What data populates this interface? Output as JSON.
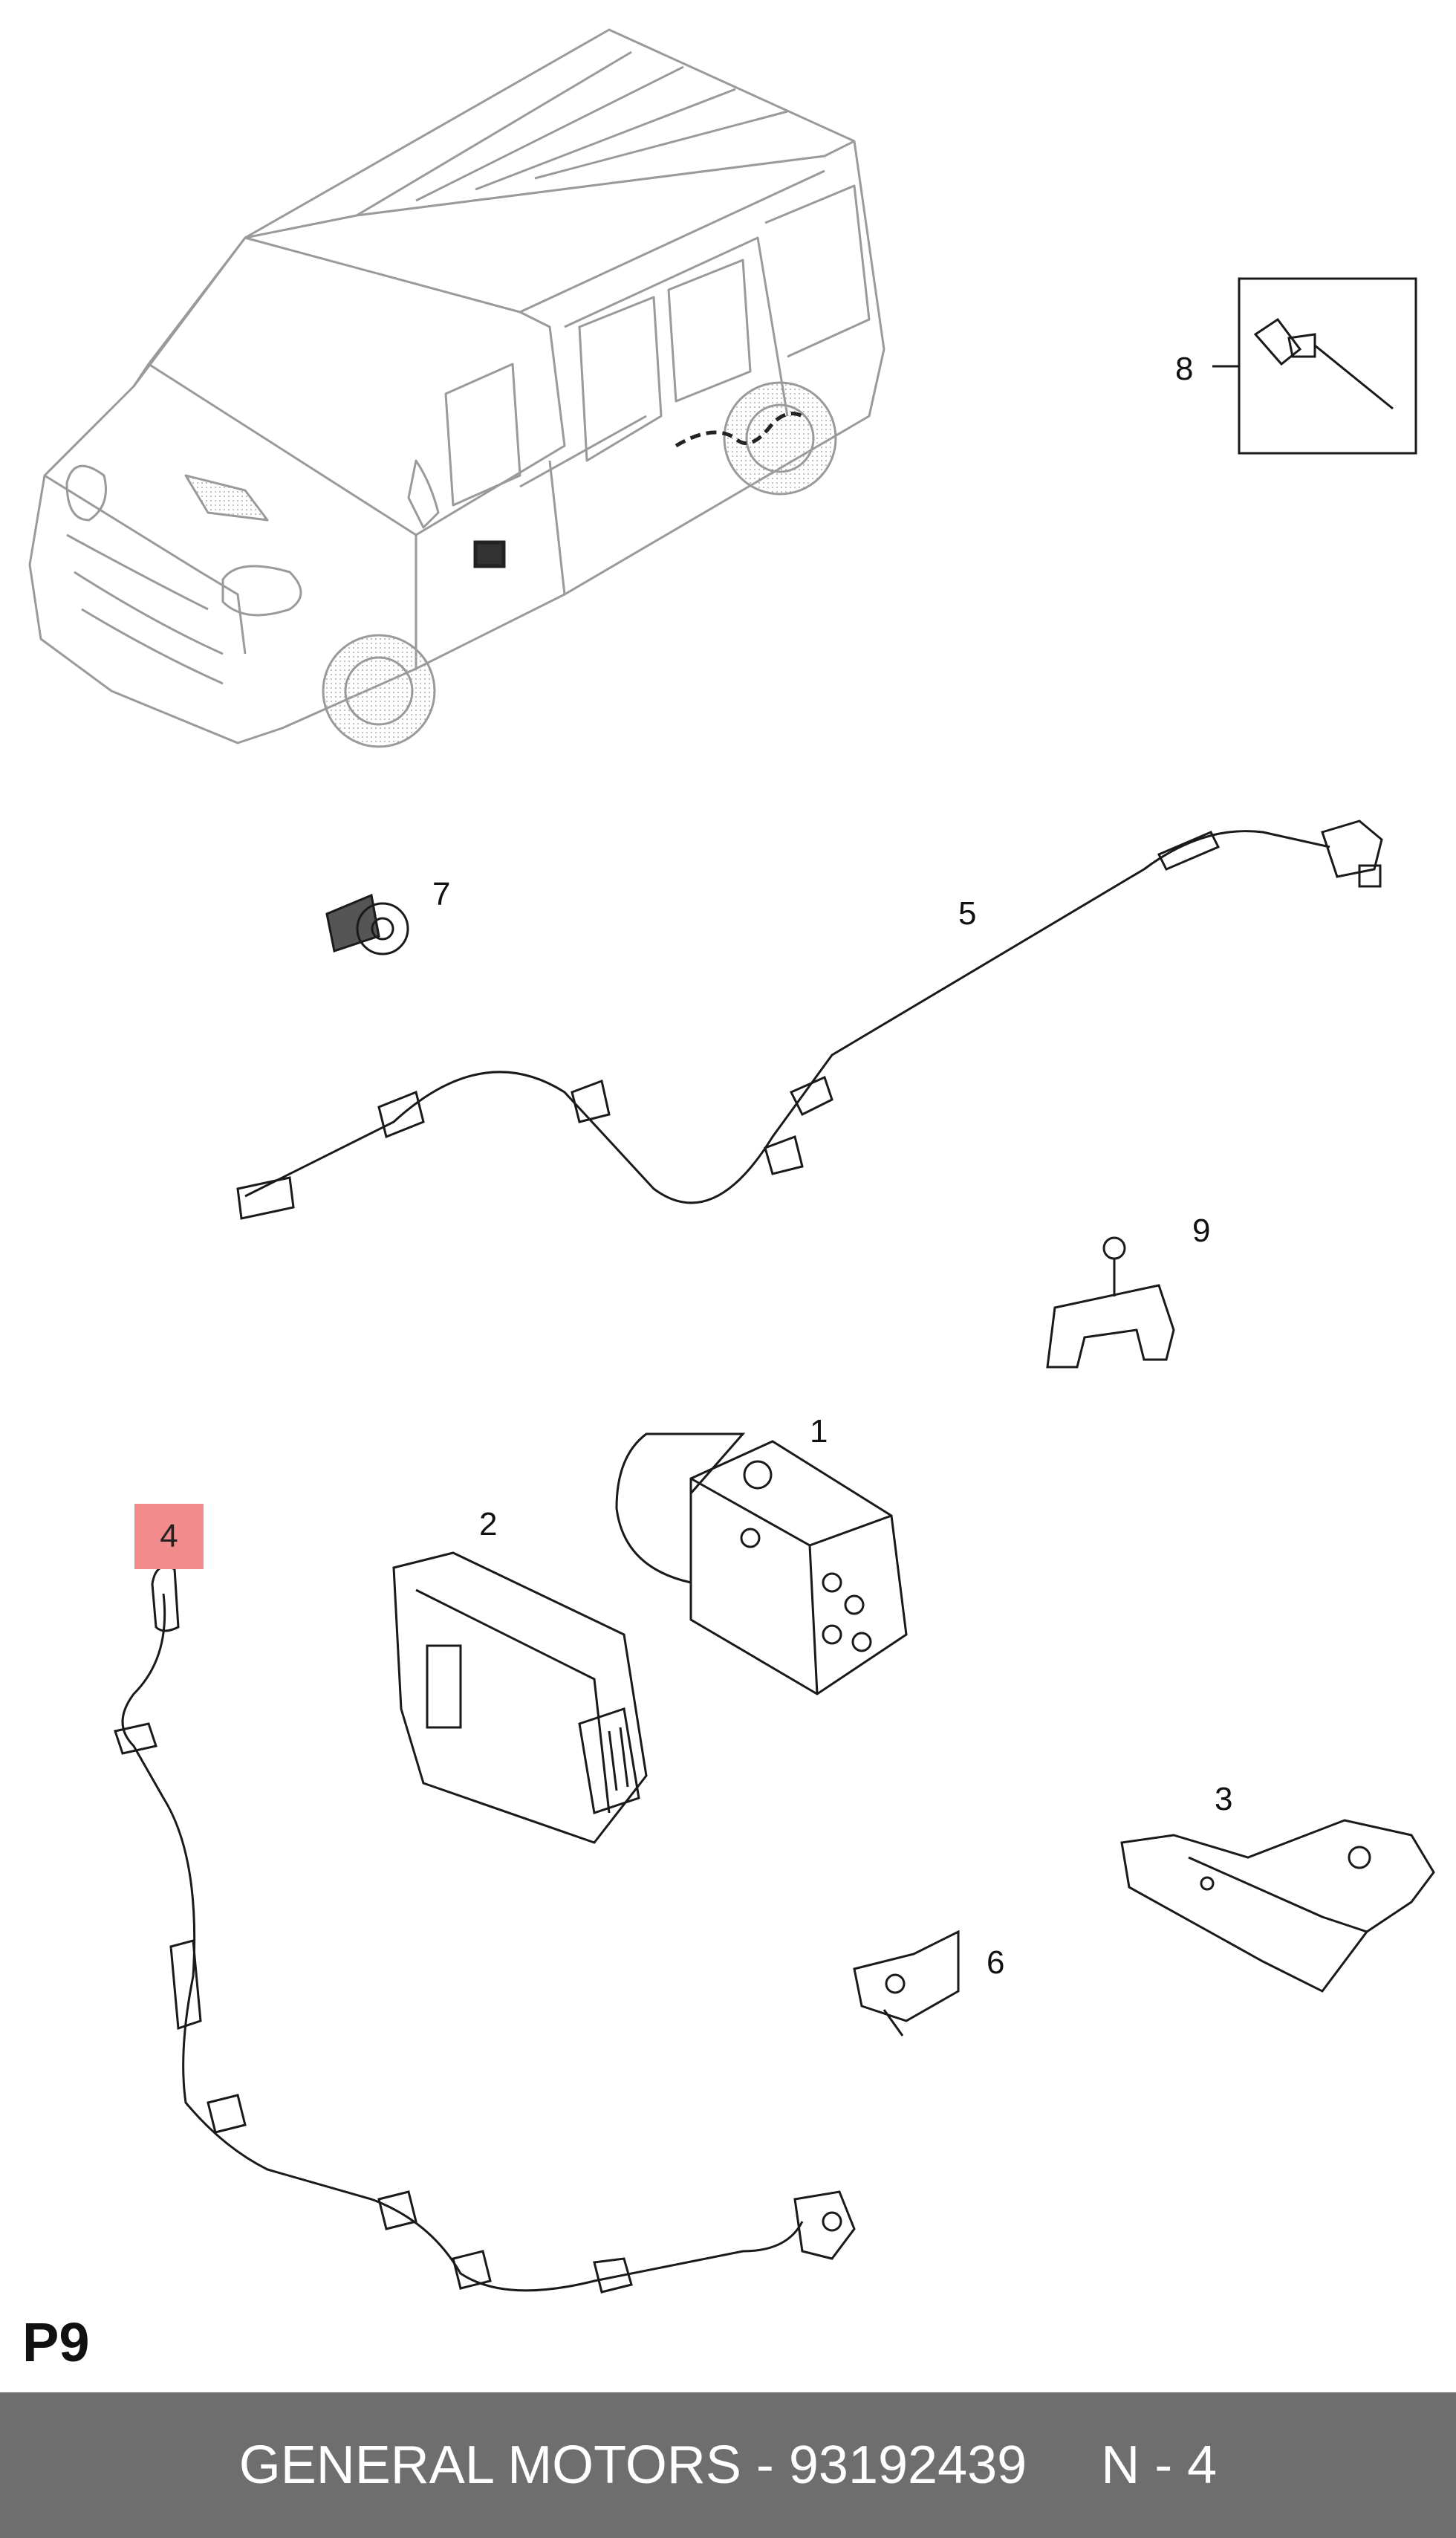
{
  "callouts": {
    "c1": "1",
    "c2": "2",
    "c3": "3",
    "c4": "4",
    "c5": "5",
    "c6": "6",
    "c7": "7",
    "c8": "8",
    "c9": "9"
  },
  "page_code": "P9",
  "footer": {
    "brand_part": "GENERAL MOTORS - 93192439",
    "position": "N - 4"
  },
  "colors": {
    "highlight": "#f28b8b",
    "footer_bg": "#6e6e6e",
    "line": "#1a1a1a",
    "vehicle_line": "#999999"
  }
}
